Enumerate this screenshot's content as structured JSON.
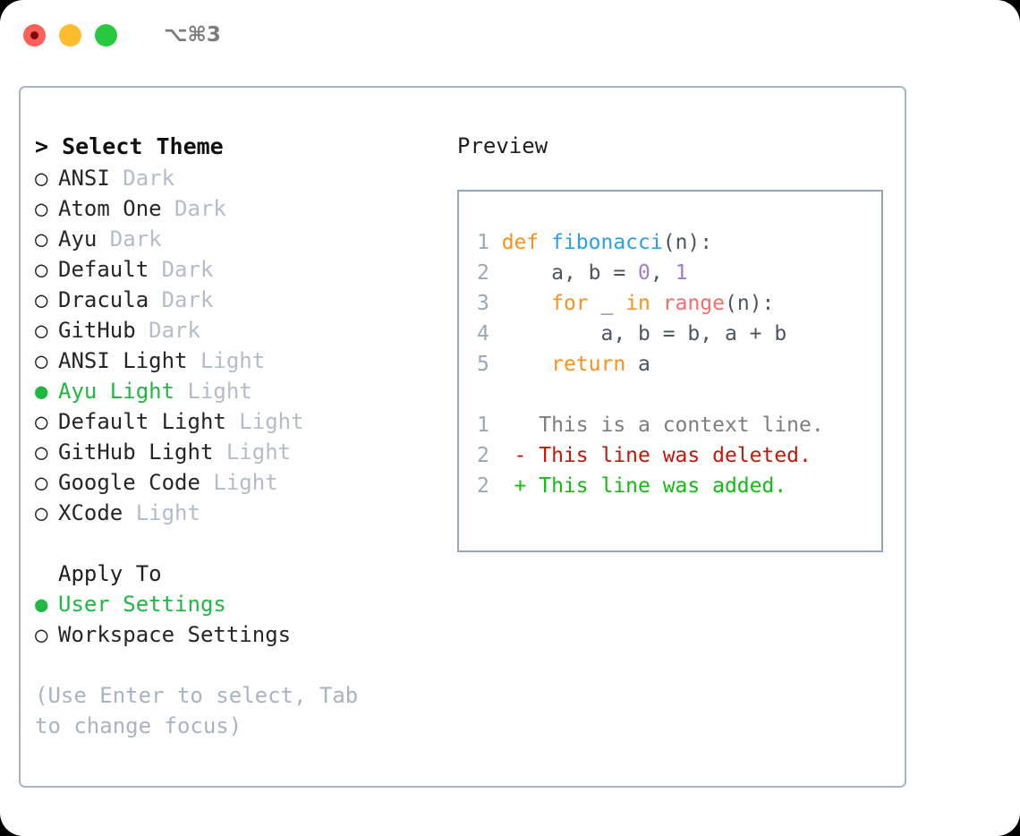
{
  "titlebar": {
    "shortcut": "⌥⌘3",
    "lights": [
      {
        "name": "close-button",
        "color": "#fc6059",
        "recording": true
      },
      {
        "name": "minimize-button",
        "color": "#fdbc2d",
        "recording": false
      },
      {
        "name": "maximize-button",
        "color": "#28c93f",
        "recording": false
      }
    ]
  },
  "theme_list": {
    "header_prefix": "> ",
    "header": "Select Theme",
    "marker_selected": "● ",
    "marker_unselected": "○ ",
    "items": [
      {
        "name": "ANSI",
        "kind": "Dark",
        "selected": false
      },
      {
        "name": "Atom One",
        "kind": "Dark",
        "selected": false
      },
      {
        "name": "Ayu",
        "kind": "Dark",
        "selected": false
      },
      {
        "name": "Default",
        "kind": "Dark",
        "selected": false
      },
      {
        "name": "Dracula",
        "kind": "Dark",
        "selected": false
      },
      {
        "name": "GitHub",
        "kind": "Dark",
        "selected": false
      },
      {
        "name": "ANSI Light",
        "kind": "Light",
        "selected": false
      },
      {
        "name": "Ayu Light",
        "kind": "Light",
        "selected": true
      },
      {
        "name": "Default Light",
        "kind": "Light",
        "selected": false
      },
      {
        "name": "GitHub Light",
        "kind": "Light",
        "selected": false
      },
      {
        "name": "Google Code",
        "kind": "Light",
        "selected": false
      },
      {
        "name": "XCode",
        "kind": "Light",
        "selected": false
      }
    ]
  },
  "apply_to": {
    "label": "Apply To",
    "items": [
      {
        "name": "User Settings",
        "selected": true
      },
      {
        "name": "Workspace Settings",
        "selected": false
      }
    ]
  },
  "hint": "(Use Enter to select, Tab to change focus)",
  "preview": {
    "title": "Preview",
    "code_lines": [
      {
        "num": "1",
        "tokens": [
          {
            "text": "def ",
            "type": "kw"
          },
          {
            "text": "fibonacci",
            "type": "fn"
          },
          {
            "text": "(n):",
            "type": "pl"
          }
        ]
      },
      {
        "num": "2",
        "tokens": [
          {
            "text": "    a, b = ",
            "type": "pl"
          },
          {
            "text": "0",
            "type": "num"
          },
          {
            "text": ", ",
            "type": "pl"
          },
          {
            "text": "1",
            "type": "num"
          }
        ]
      },
      {
        "num": "3",
        "tokens": [
          {
            "text": "    ",
            "type": "pl"
          },
          {
            "text": "for",
            "type": "kw"
          },
          {
            "text": " _ ",
            "type": "pl"
          },
          {
            "text": "in",
            "type": "kw"
          },
          {
            "text": " ",
            "type": "pl"
          },
          {
            "text": "range",
            "type": "bi"
          },
          {
            "text": "(n):",
            "type": "pl"
          }
        ]
      },
      {
        "num": "4",
        "tokens": [
          {
            "text": "        a, b = b, a + b",
            "type": "pl"
          }
        ]
      },
      {
        "num": "5",
        "tokens": [
          {
            "text": "    ",
            "type": "pl"
          },
          {
            "text": "return",
            "type": "kw"
          },
          {
            "text": " a",
            "type": "pl"
          }
        ]
      }
    ],
    "diff_lines": [
      {
        "num": "1",
        "sign": "  ",
        "text": "This is a context line.",
        "type": "ctx"
      },
      {
        "num": "2",
        "sign": "- ",
        "text": "This line was deleted.",
        "type": "del"
      },
      {
        "num": "2",
        "sign": "+ ",
        "text": "This line was added.",
        "type": "add"
      }
    ]
  },
  "colors": {
    "accent_green": "#1fb841",
    "muted": "#b3bcc8",
    "border": "#a9b4c4",
    "keyword": "#f6921e",
    "function": "#2b9fe8",
    "number": "#a37acc",
    "builtin": "#f56e6e",
    "diff_add": "#11bd11",
    "diff_del": "#c21807"
  }
}
